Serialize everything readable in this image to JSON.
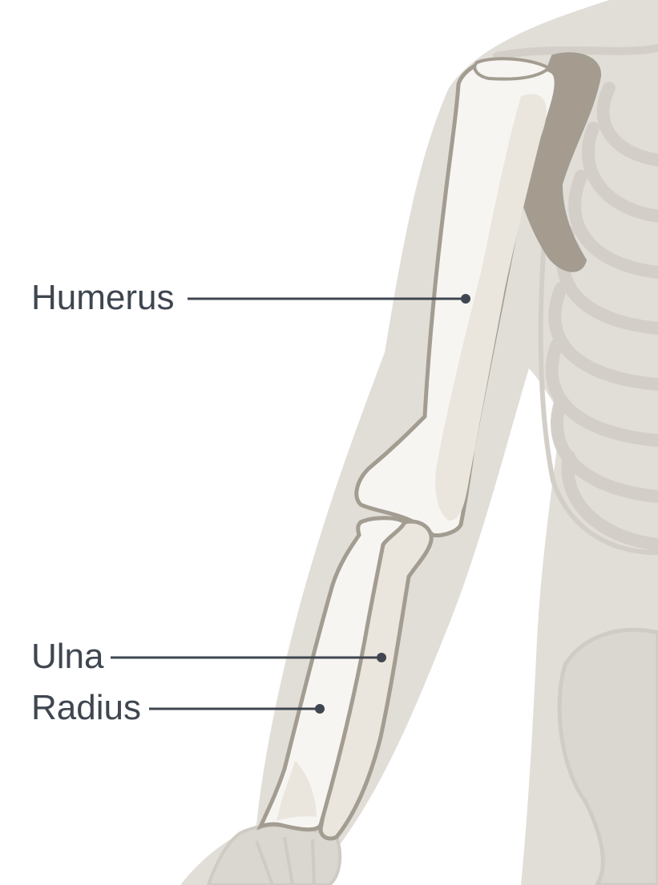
{
  "labels": {
    "humerus": "Humerus",
    "ulna": "Ulna",
    "radius": "Radius"
  },
  "colors": {
    "skin": "#e1ded8",
    "skeleton_faint": "#d6d3cd",
    "bone_fill": "#f7f5f2",
    "bone_shade": "#ebe6dd",
    "bone_outline": "#a39c91",
    "scapula": "#a39a8d",
    "label_text": "#3f4650"
  }
}
